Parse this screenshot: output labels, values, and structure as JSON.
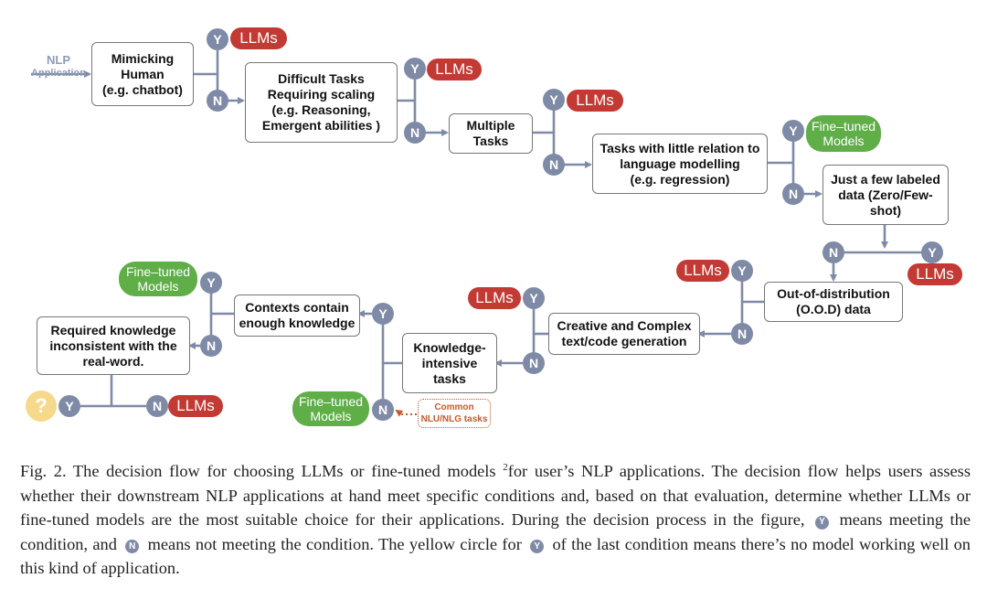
{
  "entry": {
    "top": "NLP",
    "bottom": "Application"
  },
  "nodes": {
    "mimicking_human": "Mimicking\nHuman\n(e.g. chatbot)",
    "difficult_tasks": "Difficult Tasks\nRequiring  scaling\n(e.g. Reasoning,\nEmergent abilities )",
    "multiple_tasks": "Multiple\nTasks",
    "little_relation": "Tasks with little relation to\nlanguage modelling\n(e.g. regression)",
    "few_labeled": "Just a few labeled\ndata (Zero/Few-\nshot)",
    "ood": "Out-of-distribution\n(O.O.D) data",
    "creative": "Creative and Complex\ntext/code generation",
    "knowledge_intensive": "Knowledge-\nintensive\ntasks",
    "contexts": "Contexts contain\nenough knowledge",
    "inconsistent": "Required knowledge\ninconsistent with the\nreal-word."
  },
  "labels": {
    "yes": "Y",
    "no": "N",
    "llms": "LLMs",
    "fine_tuned": "Fine–tuned\nModels",
    "unknown": "?",
    "common_tasks": "Common\nNLU/NLG tasks"
  },
  "caption": {
    "part1": "Fig. 2.  The decision flow for choosing LLMs or fine-tuned models ",
    "footnote": "2",
    "part2": "for user’s NLP applications. The decision flow helps users assess whether their downstream NLP applications at hand meet specific conditions and, based on that evaluation, determine whether LLMs or fine-tuned models are the most suitable choice for their applications. During the decision process in the figure,",
    "part3": "means meeting the condition, and",
    "part4": "means not meeting the condition. The yellow circle for",
    "part5": "of the last condition means there’s no model working well on this kind of application."
  },
  "colors": {
    "connector": "#7f8ba6",
    "llms": "#c23a33",
    "fine_tuned": "#5fae48",
    "unknown": "#f6d98a",
    "common_tasks": "#c65a2a"
  }
}
